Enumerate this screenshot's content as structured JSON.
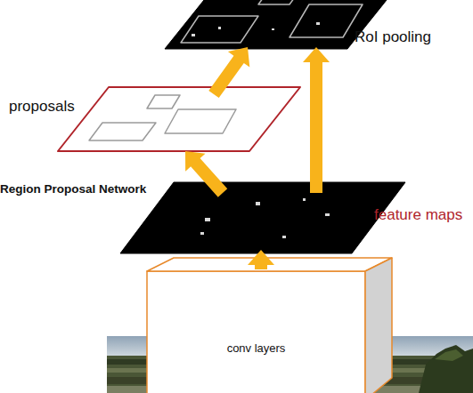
{
  "diagram": {
    "nodes": [
      {
        "text": [
          "RoI pooling"
        ]
      },
      {
        "text": [
          "proposals"
        ]
      },
      {
        "text": [
          "feature maps"
        ]
      },
      {
        "text": [
          "conv layers"
        ]
      }
    ],
    "edges": [
      {
        "from": 3,
        "to": 2,
        "arrow": "to"
      },
      {
        "from": 2,
        "to": 1,
        "arrow": "to"
      },
      {
        "from": 1,
        "to": 0,
        "arrow": "to"
      },
      {
        "from": 2,
        "to": 0,
        "arrow": "to"
      }
    ],
    "labels": [
      "Region Proposal Network"
    ]
  }
}
